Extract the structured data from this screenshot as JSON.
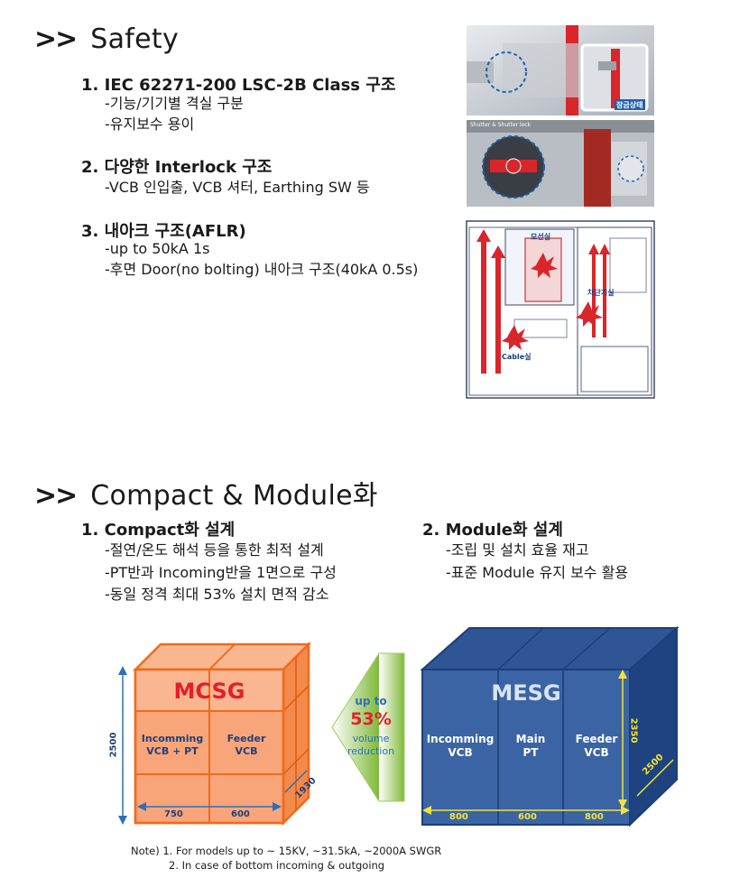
{
  "safety": {
    "heading": "Safety",
    "items": [
      {
        "title": "1. IEC 62271-200 LSC-2B Class 구조",
        "bullets": [
          "-기능/기기별 격실 구분",
          "-유지보수 용이"
        ]
      },
      {
        "title": "2. 다양한 Interlock  구조",
        "bullets": [
          "-VCB 인입출, VCB 셔터, Earthing SW 등"
        ]
      },
      {
        "title": "3. 내아크 구조(AFLR)",
        "bullets": [
          "-up to 50kA 1s",
          "-후면 Door(no bolting) 내아크 구조(40kA 0.5s)"
        ]
      }
    ],
    "photo1_label": "잠금상태",
    "photo2_label": "Shutter & Shutter lock",
    "diagram_labels": {
      "busbar": "모선실",
      "breaker": "차단기실",
      "cable": "Cable실"
    }
  },
  "compact": {
    "heading": "Compact & Module화",
    "col1": {
      "title": "1. Compact화 설계",
      "bullets": [
        "-절연/온도 해석 등을 통한 최적 설계",
        "-PT반과 Incoming반을 1면으로 구성",
        "-동일 정격 최대 53% 설치 면적 감소"
      ]
    },
    "col2": {
      "title": "2. Module화 설계",
      "bullets": [
        "-조립 및 설치 효율 재고",
        "-표준 Module 유지 보수 활용"
      ]
    }
  },
  "comparison": {
    "mcsg": {
      "name": "MCSG",
      "cell1": "Incomming\nVCB + PT",
      "cell2": "Feeder\nVCB",
      "height": "2500",
      "width1": "750",
      "width2": "600",
      "depth": "1930"
    },
    "arrow": {
      "line1": "up to",
      "pct": "53%",
      "line3": "volume",
      "line4": "reduction"
    },
    "mesg": {
      "name": "MESG",
      "cell1": "Incomming\nVCB",
      "cell2": "Main\nPT",
      "cell3": "Feeder\nVCB",
      "height": "2350",
      "width1": "800",
      "width2": "600",
      "width3": "800",
      "depth": "2500"
    },
    "colors": {
      "orange": "#f26a1b",
      "orange_fill": "#f7a77c",
      "blue_dark": "#1b3f7a",
      "blue_fill": "#3b64a4",
      "green": "#7fba3a",
      "red": "#e3202a",
      "yellow": "#f2e33a"
    }
  },
  "notes": [
    "Note) 1. For models up to ~ 15KV, ~31.5kA, ~2000A SWGR",
    "2. In case of bottom incoming & outgoing"
  ]
}
